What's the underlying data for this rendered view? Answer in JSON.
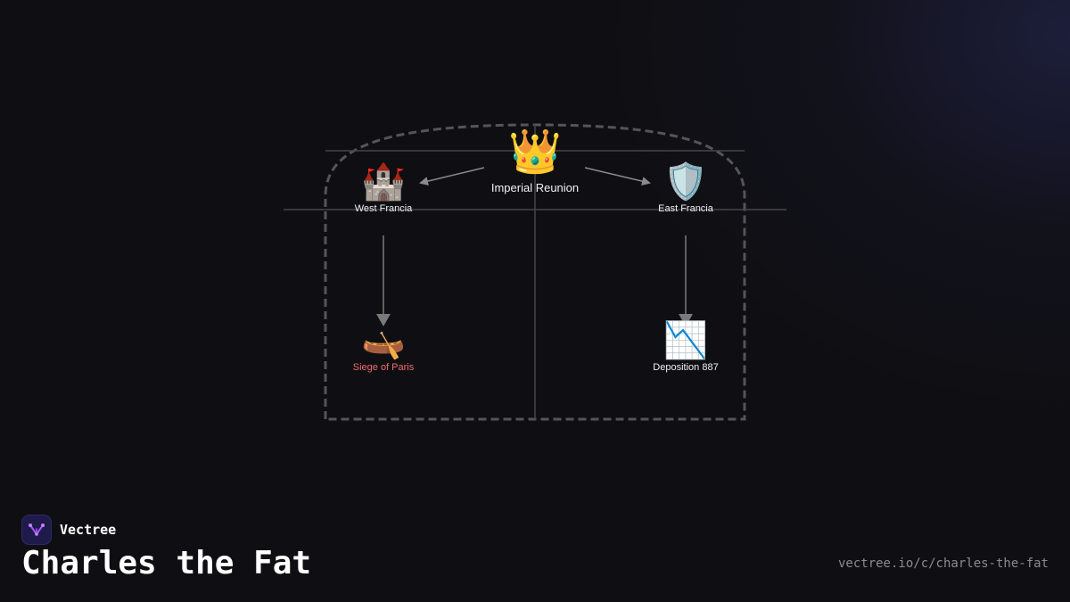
{
  "brand": {
    "name": "Vectree",
    "logo_icon": "vectree-logo-icon",
    "accent": "#a855f7"
  },
  "title": "Charles the Fat",
  "url": "vectree.io/c/charles-the-fat",
  "diagram": {
    "center": {
      "emoji": "👑",
      "icon": "crown-icon",
      "label": "Imperial Reunion"
    },
    "nodes": [
      {
        "emoji": "🏰",
        "icon": "castle-icon",
        "label": "West Francia"
      },
      {
        "emoji": "🛡️",
        "icon": "shield-icon",
        "label": "East Francia"
      },
      {
        "emoji": "🛶",
        "icon": "canoe-icon",
        "label": "Siege of Paris",
        "color": "#f26b6b"
      },
      {
        "emoji": "📉",
        "icon": "chart-decreasing-icon",
        "label": "Deposition 887"
      }
    ]
  },
  "colors": {
    "background": "#0f0f13",
    "line": "#4a4a52",
    "arrow": "#8a8a8a",
    "border_dashed": "#555555",
    "alert": "#f26b6b"
  }
}
